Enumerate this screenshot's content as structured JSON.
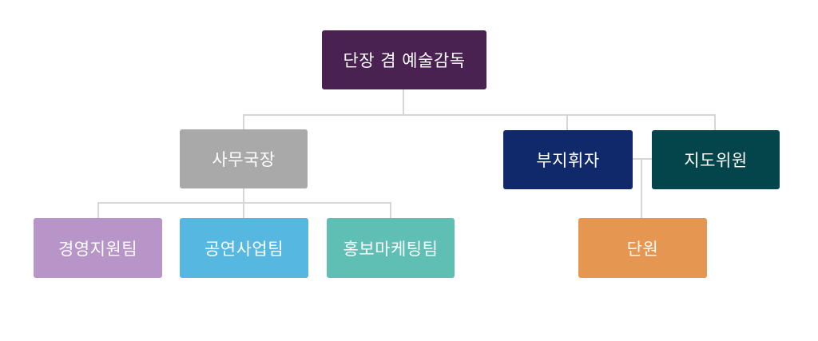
{
  "chart": {
    "director": {
      "label": "단장 겸 예술감독",
      "color": "#4a2252"
    },
    "secretary_general": {
      "label": "사무국장",
      "color": "#a9a9a9"
    },
    "vice_conductor": {
      "label": "부지휘자",
      "color": "#10296a"
    },
    "instructor": {
      "label": "지도위원",
      "color": "#03454a"
    },
    "management_team": {
      "label": "경영지원팀",
      "color": "#b895c8"
    },
    "performance_team": {
      "label": "공연사업팀",
      "color": "#56b8e0"
    },
    "marketing_team": {
      "label": "홍보마케팅팀",
      "color": "#5fbfb5"
    },
    "members": {
      "label": "단원",
      "color": "#e59651"
    },
    "connector_color": "#d6d6d6"
  }
}
